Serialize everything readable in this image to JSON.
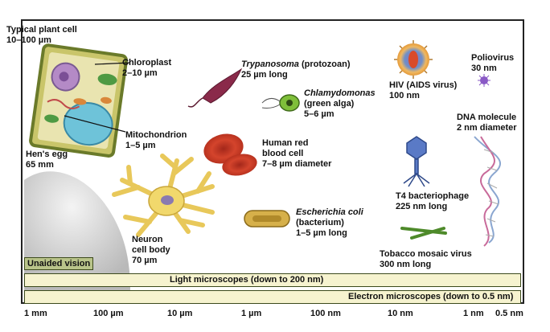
{
  "labels": {
    "plant_cell": {
      "name": "Typical plant cell",
      "size": "10–100 µm"
    },
    "chloroplast": {
      "name": "Chloroplast",
      "size": "2–10 µm"
    },
    "mitochondrion": {
      "name": "Mitochondrion",
      "size": "1–5 µm"
    },
    "hens_egg": {
      "name": "Hen's egg",
      "size": "65 mm"
    },
    "trypanosoma": {
      "name": "Trypanosoma",
      "note": " (protozoan)",
      "size": "25 µm long"
    },
    "chlamydomonas": {
      "name": "Chlamydomonas",
      "note": "(green alga)",
      "size": "5–6 µm"
    },
    "red_blood_cell": {
      "line1": "Human red",
      "line2": "blood cell",
      "size": "7–8 µm diameter"
    },
    "neuron": {
      "line1": "Neuron",
      "line2": "cell body",
      "size": "70 µm"
    },
    "ecoli": {
      "name": "Escherichia coli",
      "note": "(bacterium)",
      "size": "1–5 µm long"
    },
    "hiv": {
      "name": "HIV (AIDS virus)",
      "size": "100 nm"
    },
    "poliovirus": {
      "name": "Poliovirus",
      "size": "30 nm"
    },
    "dna": {
      "name": "DNA molecule",
      "size": "2 nm diameter"
    },
    "t4": {
      "name": "T4 bacteriophage",
      "size": "225 nm long"
    },
    "tmv": {
      "name": "Tobacco mosaic virus",
      "size": "300 nm long"
    }
  },
  "ranges": {
    "unaided": "Unaided vision",
    "light": "Light microscopes (down to 200 nm)",
    "electron": "Electron microscopes (down to 0.5 nm)"
  },
  "scale_ticks": [
    "1 mm",
    "100 µm",
    "10 µm",
    "1 µm",
    "100 nm",
    "10 nm",
    "1 nm",
    "0.5 nm"
  ],
  "colors": {
    "range_bar": "#f6f3cf",
    "unaided_bar": "#b9c48a",
    "bar_border": "#3c4a1c",
    "frame": "#222222"
  }
}
